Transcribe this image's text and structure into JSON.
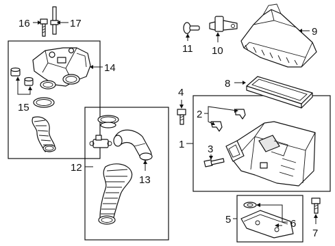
{
  "diagram": {
    "callouts": {
      "c1": "1",
      "c2": "2",
      "c3": "3",
      "c4": "4",
      "c5": "5",
      "c6": "6",
      "c7": "7",
      "c8": "8",
      "c9": "9",
      "c10": "10",
      "c11": "11",
      "c12": "12",
      "c13": "13",
      "c14": "14",
      "c15": "15",
      "c16": "16",
      "c17": "17"
    },
    "colors": {
      "line": "#111111",
      "background": "#ffffff",
      "shade": "#e6e6e6"
    }
  }
}
